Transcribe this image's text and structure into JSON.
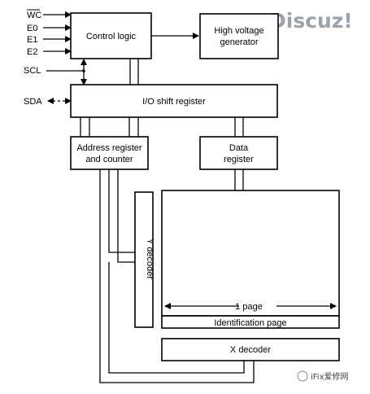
{
  "pins": {
    "wc": "WC",
    "e0": "E0",
    "e1": "E1",
    "e2": "E2",
    "scl": "SCL",
    "sda": "SDA"
  },
  "blocks": {
    "control_logic": "Control logic",
    "hv_line1": "High voltage",
    "hv_line2": "generator",
    "io_shift": "I/O shift register",
    "addr_line1": "Address register",
    "addr_line2": "and counter",
    "data_line1": "Data",
    "data_line2": "register",
    "y_decoder": "Y decoder",
    "one_page": "1 page",
    "id_page": "Identification page",
    "x_decoder": "X decoder"
  },
  "watermarks": {
    "discuz": "Discuz!",
    "ifix": "iFix爱修网"
  }
}
